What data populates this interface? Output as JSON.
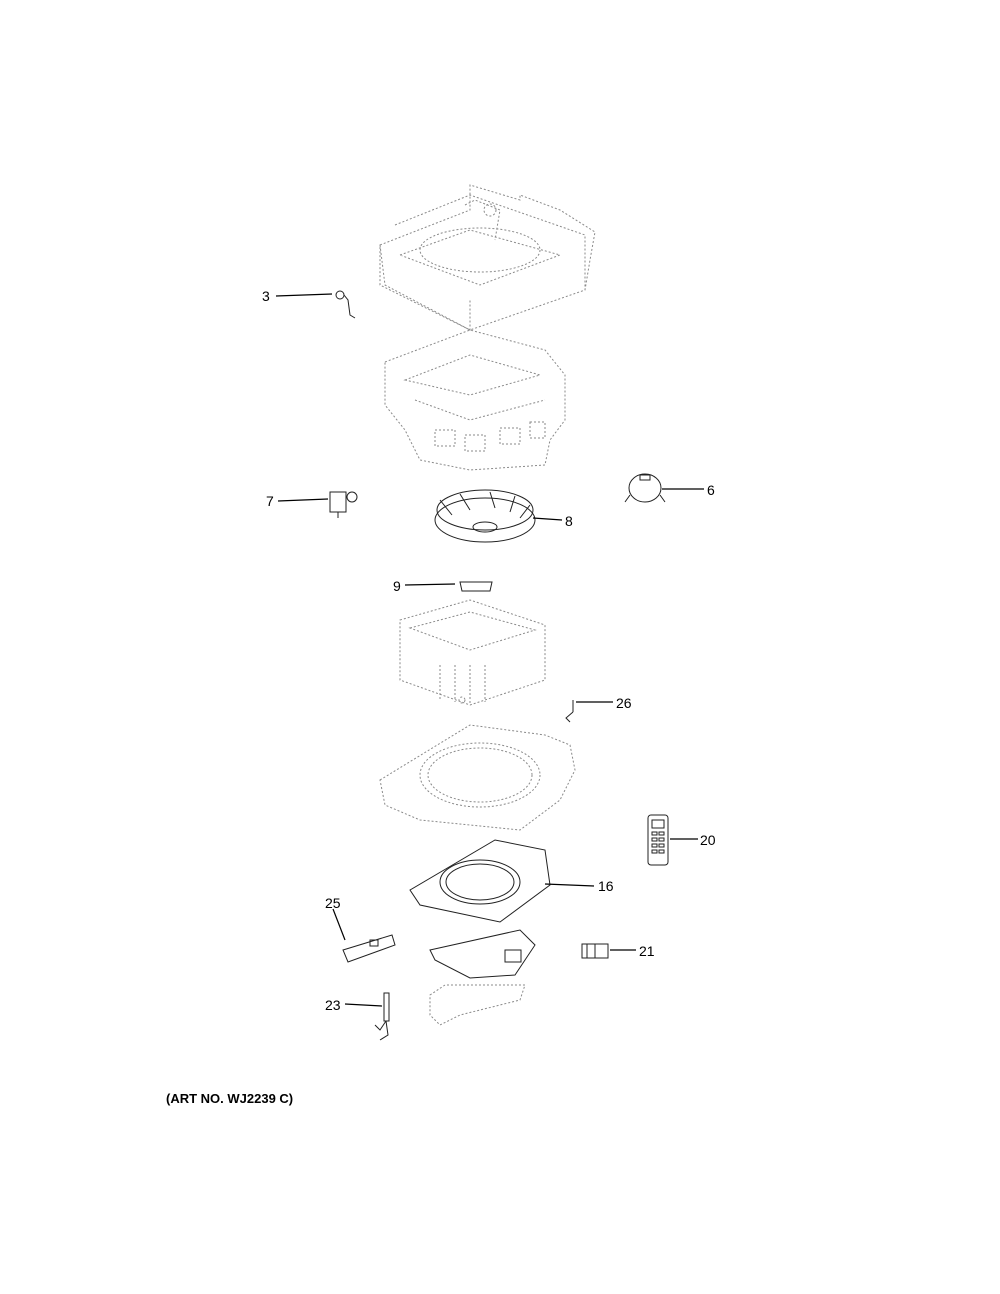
{
  "callouts": {
    "c3": "3",
    "c6": "6",
    "c7": "7",
    "c8": "8",
    "c9": "9",
    "c16": "16",
    "c20": "20",
    "c21": "21",
    "c23": "23",
    "c25": "25",
    "c26": "26"
  },
  "art_number": "(ART NO. WJ2239 C)"
}
